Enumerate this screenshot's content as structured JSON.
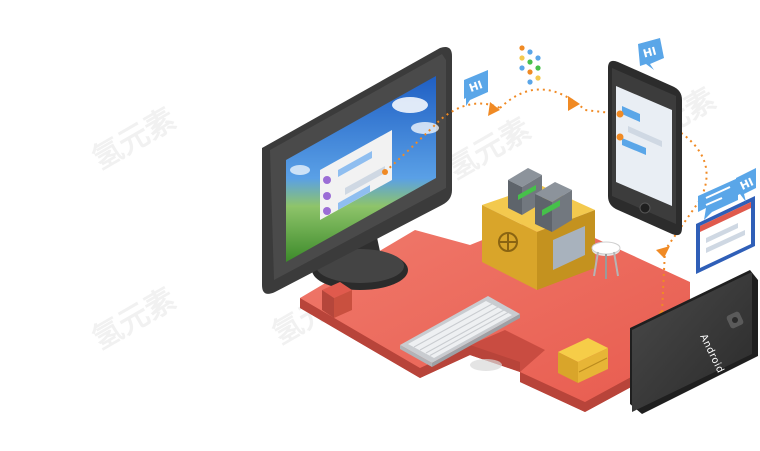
{
  "watermark": "氢元素",
  "bubbles": {
    "greeting": "HI"
  },
  "device": {
    "os_label": "Android"
  },
  "colors": {
    "desk": "#ef6b5d",
    "desk_edge": "#c94c41",
    "safe": "#e6b73a",
    "monitor": "#3b3b3b",
    "phone": "#3a3a3a",
    "accent_orange": "#f08a24",
    "bubble_blue": "#5aa6e8"
  }
}
